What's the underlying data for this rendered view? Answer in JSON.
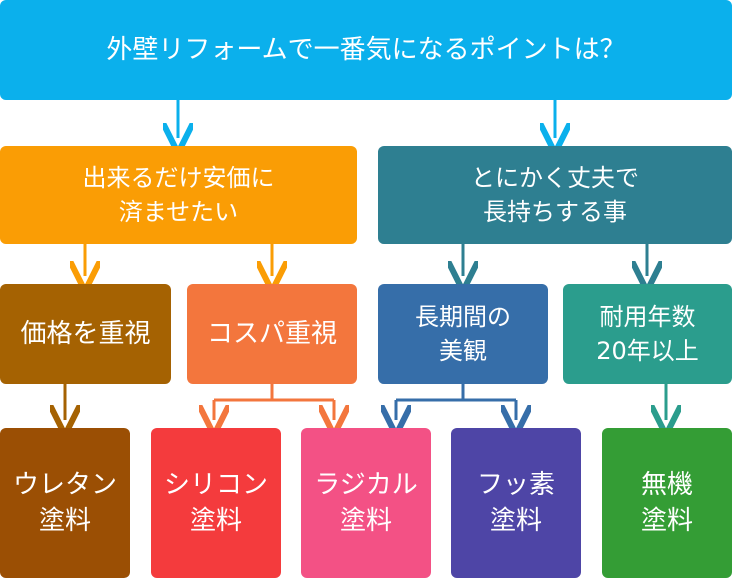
{
  "top": {
    "label": "外壁リフォームで一番気になるポイントは？"
  },
  "level1": {
    "cheap": {
      "label": "出来るだけ安価に\n済ませたい"
    },
    "durable": {
      "label": "とにかく丈夫で\n長持ちする事"
    }
  },
  "level2": {
    "price": {
      "label": "価格を重視"
    },
    "cospa": {
      "label": "コスパ重視"
    },
    "longterm": {
      "label": "長期間の\n美観"
    },
    "years": {
      "label": "耐用年数\n20年以上"
    }
  },
  "paints": {
    "urethane": {
      "label": "ウレタン\n塗料"
    },
    "silicone": {
      "label": "シリコン\n塗料"
    },
    "radical": {
      "label": "ラジカル\n塗料"
    },
    "fluorine": {
      "label": "フッ素\n塗料"
    },
    "inorganic": {
      "label": "無機\n塗料"
    }
  },
  "colors": {
    "top": "#0BB0EC",
    "cheap": "#FA9D05",
    "durable": "#2E7F91",
    "price": "#A56202",
    "cospa": "#F3763D",
    "longterm": "#366EA9",
    "years": "#2B9D8D",
    "urethane": "#9B4F04",
    "silicone": "#F43B3D",
    "radical": "#F35185",
    "fluorine": "#4E45A6",
    "inorganic": "#349D35"
  }
}
